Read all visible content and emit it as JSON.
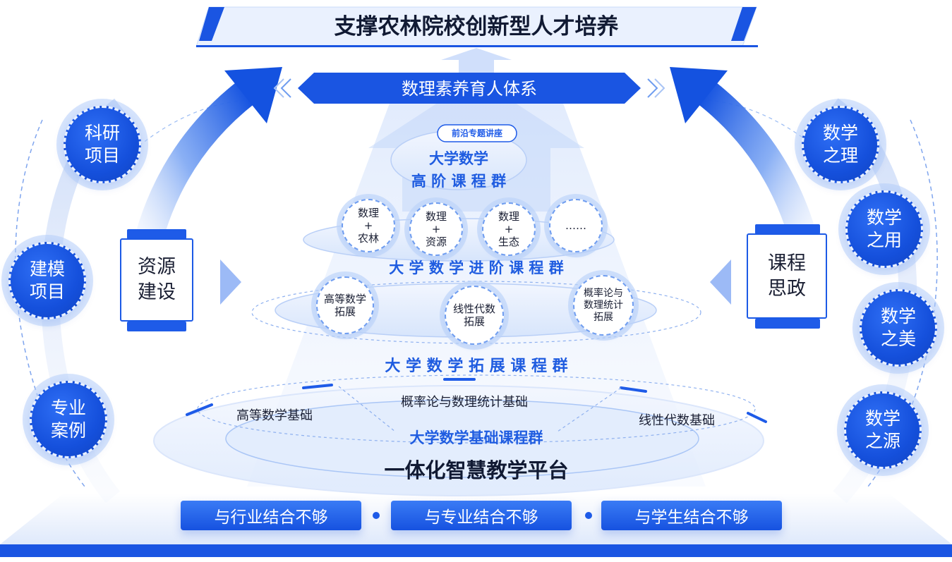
{
  "title": "支撑农林院校创新型人才培养",
  "system_banner": "数理素养育人体系",
  "lecture_tag": "前沿专题讲座",
  "advanced_group": {
    "line1": "大学数学",
    "line2": "高 阶 课 程 群"
  },
  "intermediate_group": "大 学 数 学 进 阶 课 程 群",
  "intermediate_items": [
    "数理\n+\n农林",
    "数理\n+\n资源",
    "数理\n+\n生态",
    "……"
  ],
  "extension_group": "大 学 数 学 拓 展 课 程 群",
  "extension_items": [
    "高等数学\n拓展",
    "线性代数\n拓展",
    "概率论与\n数理统计\n拓展"
  ],
  "foundation_group": "大学数学基础课程群",
  "foundation_items": {
    "left": "高等数学基础",
    "center": "概率论与数理统计基础",
    "right": "线性代数基础"
  },
  "platform": "一体化智慧教学平台",
  "left_box": "资源\n建设",
  "right_box": "课程\n思政",
  "left_circles": [
    "科研\n项目",
    "建模\n项目",
    "专业\n案例"
  ],
  "right_circles": [
    "数学\n之理",
    "数学\n之用",
    "数学\n之美",
    "数学\n之源"
  ],
  "bottom_buttons": [
    "与行业结合不够",
    "与专业结合不够",
    "与学生结合不够"
  ],
  "colors": {
    "primary": "#1e5be8",
    "dark_text": "#1a1f33",
    "light_blue": "#dce8fc"
  }
}
